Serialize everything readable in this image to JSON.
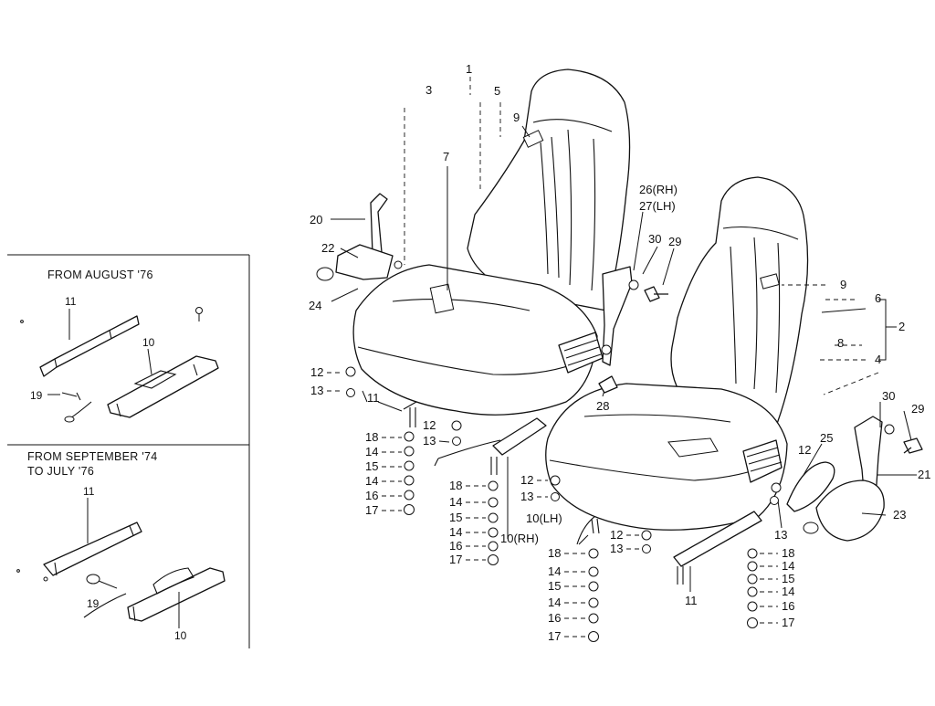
{
  "insets": [
    {
      "title": "FROM AUGUST '76",
      "labels": {
        "rail": "11",
        "adjuster": "10",
        "lever": "19"
      }
    },
    {
      "title_line1": "FROM SEPTEMBER '74",
      "title_line2": "TO JULY '76",
      "labels": {
        "rail": "11",
        "lever": "19",
        "adjuster": "10"
      }
    }
  ],
  "callouts": {
    "c1": "1",
    "c3": "3",
    "c5": "5",
    "c7": "7",
    "c9a": "9",
    "c9b": "9",
    "c20": "20",
    "c22": "22",
    "c24": "24",
    "c26": "26(RH)",
    "c27": "27(LH)",
    "c30a": "30",
    "c29a": "29",
    "c28": "28",
    "c6": "6",
    "c2": "2",
    "c8": "8",
    "c4": "4",
    "c30b": "30",
    "c29b": "29",
    "c25": "25",
    "c21": "21",
    "c23": "23",
    "c12a": "12",
    "c13a": "13",
    "c11a": "11",
    "c12b": "12",
    "c13b": "13",
    "c18a": "18",
    "c14a": "14",
    "c15a": "15",
    "c14b": "14",
    "c16a": "16",
    "c17a": "17",
    "c18b": "18",
    "c14c": "14",
    "c15b": "15",
    "c14d": "14",
    "c16b": "16",
    "c17b": "17",
    "c10rh": "10(RH)",
    "c12c": "12",
    "c13c": "13",
    "c10lh": "10(LH)",
    "c12d": "12",
    "c13d": "13",
    "c18c": "18",
    "c14e": "14",
    "c15c": "15",
    "c14f": "14",
    "c16c": "16",
    "c17c": "17",
    "c11b": "11",
    "c18d": "18",
    "c14g": "14",
    "c15d": "15",
    "c14h": "14",
    "c16d": "16",
    "c17d": "17",
    "c12e": "12",
    "c13e": "13"
  }
}
